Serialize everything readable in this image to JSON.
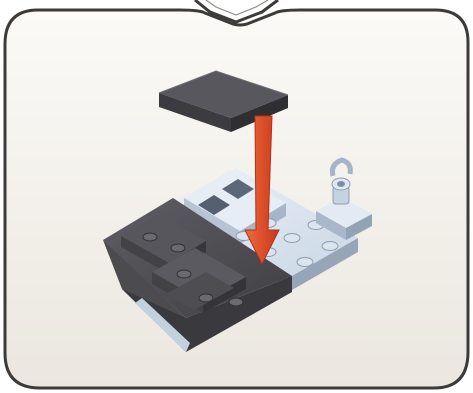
{
  "page": {
    "kind": "building-instruction-step"
  },
  "panel": {
    "background_gradient": [
      "#fbfaf7",
      "#ebe7df"
    ],
    "border_color": "#3c3b39",
    "callout_tab_visible": true
  },
  "action": {
    "arrow_color": "#e24c26",
    "direction": "down"
  },
  "parts": {
    "new_part": {
      "name": "flat-tile",
      "color": "#4f4f55"
    },
    "assembly": {
      "dark_color": "#454549",
      "light_color": "#c8d6e5"
    }
  }
}
